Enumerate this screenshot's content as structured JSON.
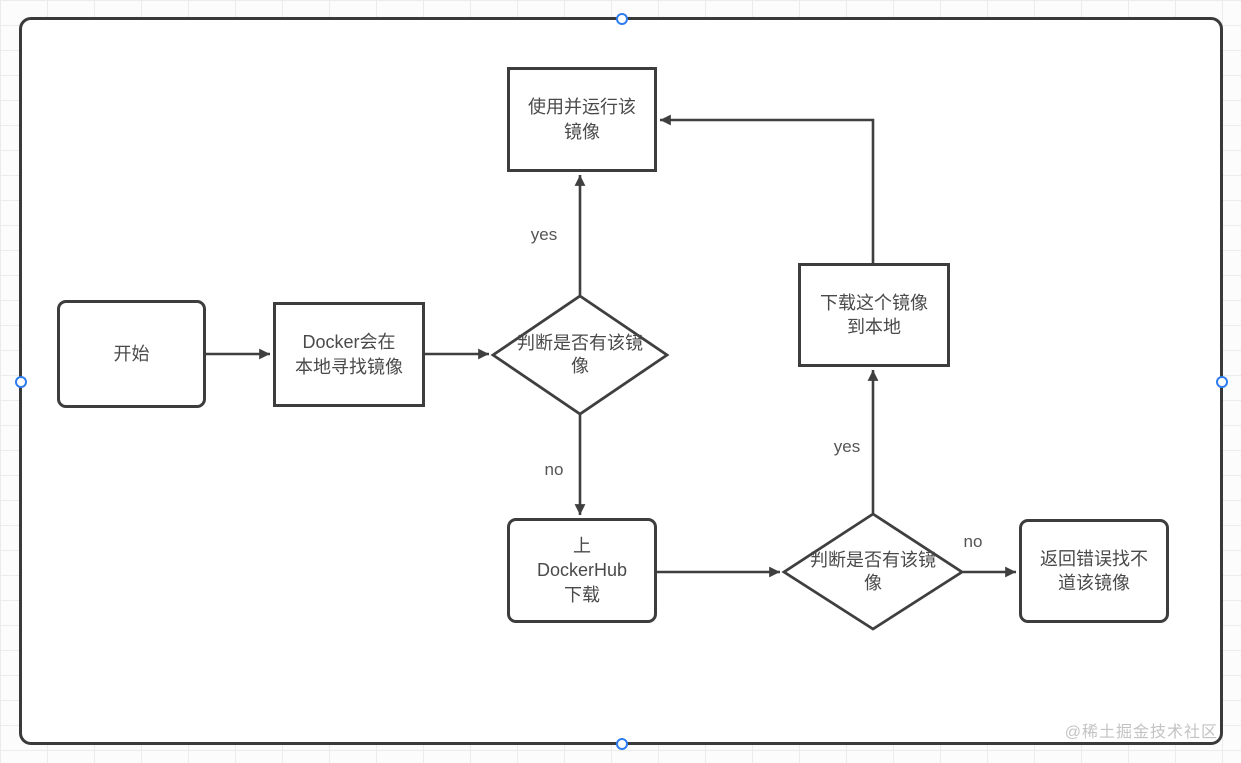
{
  "canvas": {
    "background": "#ffffff",
    "border_color": "#3a3a3a"
  },
  "grid": {
    "line_color": "#ececec",
    "bg": "#fcfcfc"
  },
  "handles": {
    "color": "#2e7cee"
  },
  "watermark": "@稀土掘金技术社区",
  "nodes": {
    "start": {
      "label": "开始",
      "shape": "rounded-rect"
    },
    "search_local": {
      "label": "Docker会在\n本地寻找镜像",
      "shape": "rect"
    },
    "check_local": {
      "label": "判断是否有该镜\n像",
      "shape": "diamond"
    },
    "use_run": {
      "label": "使用并运行该\n镜像",
      "shape": "rect"
    },
    "hub_download": {
      "label": "上\nDockerHub\n下载",
      "shape": "rounded-rect"
    },
    "check_hub": {
      "label": "判断是否有该镜\n像",
      "shape": "diamond"
    },
    "download_local": {
      "label": "下载这个镜像\n到本地",
      "shape": "rect"
    },
    "error_not_found": {
      "label": "返回错误找不\n道该镜像",
      "shape": "rounded-rect"
    }
  },
  "edge_labels": {
    "check_local_yes": "yes",
    "check_local_no": "no",
    "check_hub_yes": "yes",
    "check_hub_no": "no"
  }
}
